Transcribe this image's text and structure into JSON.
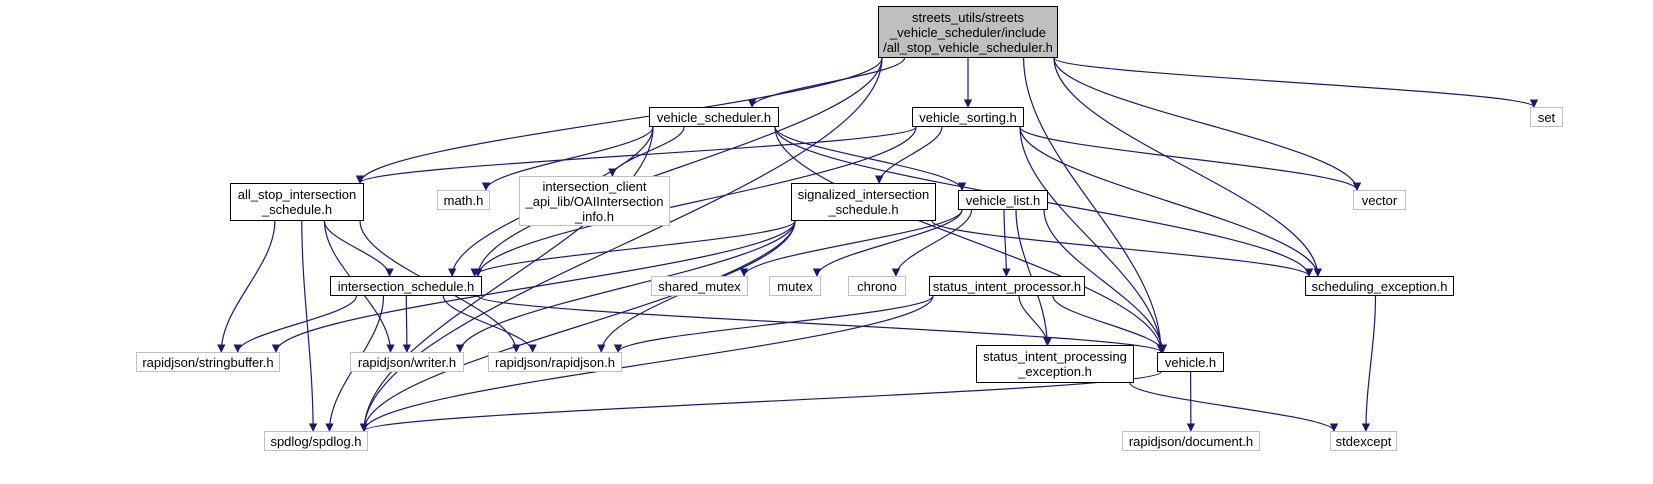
{
  "colors": {
    "edge": "#191970",
    "root_fill": "#bfbfbf",
    "internal_border": "#000000",
    "external_border": "#bfbfbf"
  },
  "nodes": {
    "root": {
      "label": "streets_utils/streets\n_vehicle_scheduler/include\n/all_stop_vehicle_scheduler.h",
      "kind": "root"
    },
    "vehicle_scheduler": {
      "label": "vehicle_scheduler.h",
      "kind": "internal"
    },
    "vehicle_sorting": {
      "label": "vehicle_sorting.h",
      "kind": "internal"
    },
    "set": {
      "label": "set",
      "kind": "external"
    },
    "all_stop_intersection_schedule": {
      "label": "all_stop_intersection\n_schedule.h",
      "kind": "internal"
    },
    "math": {
      "label": "math.h",
      "kind": "external"
    },
    "oai_intersection_info": {
      "label": "intersection_client\n_api_lib/OAIIntersection\n_info.h",
      "kind": "external"
    },
    "signalized_intersection_schedule": {
      "label": "signalized_intersection\n_schedule.h",
      "kind": "internal"
    },
    "vehicle_list": {
      "label": "vehicle_list.h",
      "kind": "internal"
    },
    "vector": {
      "label": "vector",
      "kind": "external"
    },
    "intersection_schedule": {
      "label": "intersection_schedule.h",
      "kind": "internal"
    },
    "shared_mutex": {
      "label": "shared_mutex",
      "kind": "external"
    },
    "mutex": {
      "label": "mutex",
      "kind": "external"
    },
    "chrono": {
      "label": "chrono",
      "kind": "external"
    },
    "status_intent_processor": {
      "label": "status_intent_processor.h",
      "kind": "internal"
    },
    "scheduling_exception": {
      "label": "scheduling_exception.h",
      "kind": "internal"
    },
    "stringbuffer": {
      "label": "rapidjson/stringbuffer.h",
      "kind": "external"
    },
    "writer": {
      "label": "rapidjson/writer.h",
      "kind": "external"
    },
    "rapidjson": {
      "label": "rapidjson/rapidjson.h",
      "kind": "external"
    },
    "status_intent_processing_exception": {
      "label": "status_intent_processing\n_exception.h",
      "kind": "internal"
    },
    "vehicle": {
      "label": "vehicle.h",
      "kind": "internal"
    },
    "spdlog": {
      "label": "spdlog/spdlog.h",
      "kind": "external"
    },
    "document": {
      "label": "rapidjson/document.h",
      "kind": "external"
    },
    "stdexcept": {
      "label": "stdexcept",
      "kind": "external"
    }
  },
  "edges": [
    [
      "root",
      "vehicle_scheduler"
    ],
    [
      "root",
      "vehicle_sorting"
    ],
    [
      "root",
      "set"
    ],
    [
      "root",
      "vector"
    ],
    [
      "root",
      "scheduling_exception"
    ],
    [
      "root",
      "vehicle"
    ],
    [
      "root",
      "all_stop_intersection_schedule"
    ],
    [
      "root",
      "intersection_schedule"
    ],
    [
      "root",
      "spdlog"
    ],
    [
      "vehicle_scheduler",
      "math"
    ],
    [
      "vehicle_scheduler",
      "oai_intersection_info"
    ],
    [
      "vehicle_scheduler",
      "vehicle_list"
    ],
    [
      "vehicle_scheduler",
      "intersection_schedule"
    ],
    [
      "vehicle_scheduler",
      "vehicle"
    ],
    [
      "vehicle_scheduler",
      "scheduling_exception"
    ],
    [
      "vehicle_scheduler",
      "spdlog"
    ],
    [
      "vehicle_sorting",
      "all_stop_intersection_schedule"
    ],
    [
      "vehicle_sorting",
      "signalized_intersection_schedule"
    ],
    [
      "vehicle_sorting",
      "intersection_schedule"
    ],
    [
      "vehicle_sorting",
      "vector"
    ],
    [
      "vehicle_sorting",
      "vehicle"
    ],
    [
      "vehicle_sorting",
      "scheduling_exception"
    ],
    [
      "all_stop_intersection_schedule",
      "intersection_schedule"
    ],
    [
      "all_stop_intersection_schedule",
      "stringbuffer"
    ],
    [
      "all_stop_intersection_schedule",
      "writer"
    ],
    [
      "all_stop_intersection_schedule",
      "rapidjson"
    ],
    [
      "all_stop_intersection_schedule",
      "spdlog"
    ],
    [
      "signalized_intersection_schedule",
      "intersection_schedule"
    ],
    [
      "signalized_intersection_schedule",
      "stringbuffer"
    ],
    [
      "signalized_intersection_schedule",
      "writer"
    ],
    [
      "signalized_intersection_schedule",
      "rapidjson"
    ],
    [
      "signalized_intersection_schedule",
      "spdlog"
    ],
    [
      "signalized_intersection_schedule",
      "scheduling_exception"
    ],
    [
      "vehicle_list",
      "shared_mutex"
    ],
    [
      "vehicle_list",
      "mutex"
    ],
    [
      "vehicle_list",
      "chrono"
    ],
    [
      "vehicle_list",
      "status_intent_processor"
    ],
    [
      "vehicle_list",
      "status_intent_processing_exception"
    ],
    [
      "vehicle_list",
      "vehicle"
    ],
    [
      "intersection_schedule",
      "stringbuffer"
    ],
    [
      "intersection_schedule",
      "writer"
    ],
    [
      "intersection_schedule",
      "rapidjson"
    ],
    [
      "intersection_schedule",
      "spdlog"
    ],
    [
      "intersection_schedule",
      "vehicle"
    ],
    [
      "status_intent_processor",
      "status_intent_processing_exception"
    ],
    [
      "status_intent_processor",
      "vehicle"
    ],
    [
      "status_intent_processor",
      "rapidjson"
    ],
    [
      "status_intent_processor",
      "spdlog"
    ],
    [
      "scheduling_exception",
      "stdexcept"
    ],
    [
      "status_intent_processing_exception",
      "stdexcept"
    ],
    [
      "vehicle",
      "spdlog"
    ],
    [
      "vehicle",
      "document"
    ]
  ]
}
